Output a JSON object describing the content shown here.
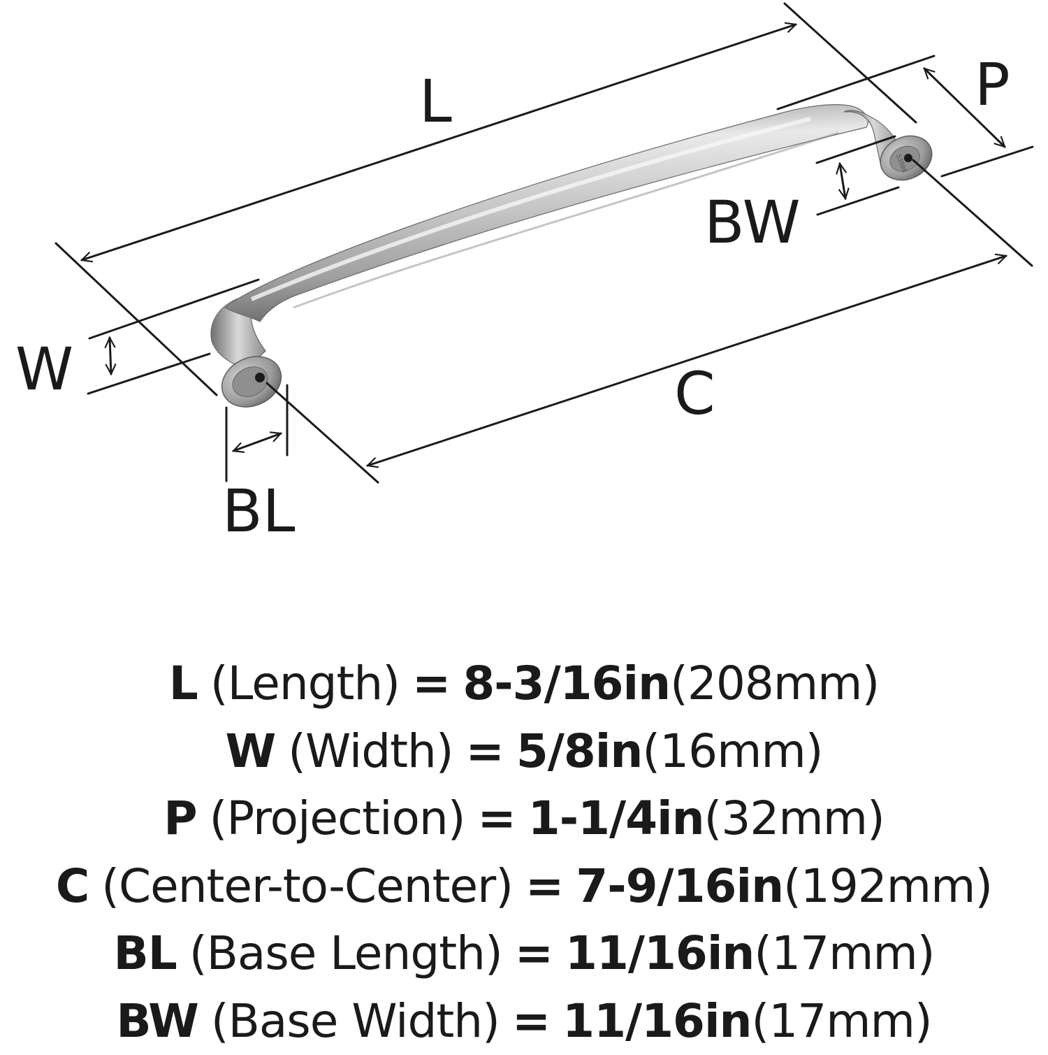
{
  "diagram": {
    "labels": {
      "length": "L",
      "width": "W",
      "projection": "P",
      "center": "C",
      "base_length": "BL",
      "base_width": "BW"
    },
    "part_stamp": "53808"
  },
  "specs": [
    {
      "abbr": "L",
      "name": "(Length)",
      "eq": "=",
      "inch": "8-3/16in",
      "mm": "(208mm)"
    },
    {
      "abbr": "W",
      "name": "(Width)",
      "eq": "=",
      "inch": "5/8in",
      "mm": "(16mm)"
    },
    {
      "abbr": "P",
      "name": "(Projection)",
      "eq": "=",
      "inch": "1-1/4in",
      "mm": "(32mm)"
    },
    {
      "abbr": "C",
      "name": "(Center-to-Center)",
      "eq": "=",
      "inch": "7-9/16in",
      "mm": "(192mm)"
    },
    {
      "abbr": "BL",
      "name": "(Base Length)",
      "eq": "=",
      "inch": "11/16in",
      "mm": "(17mm)"
    },
    {
      "abbr": "BW",
      "name": "(Base Width)",
      "eq": "=",
      "inch": "11/16in",
      "mm": "(17mm)"
    }
  ],
  "colors": {
    "ink": "#1a1a1a",
    "metal_light": "#e4e4e4",
    "metal_mid": "#b8b8b8",
    "metal_dark": "#7a7a7a"
  }
}
